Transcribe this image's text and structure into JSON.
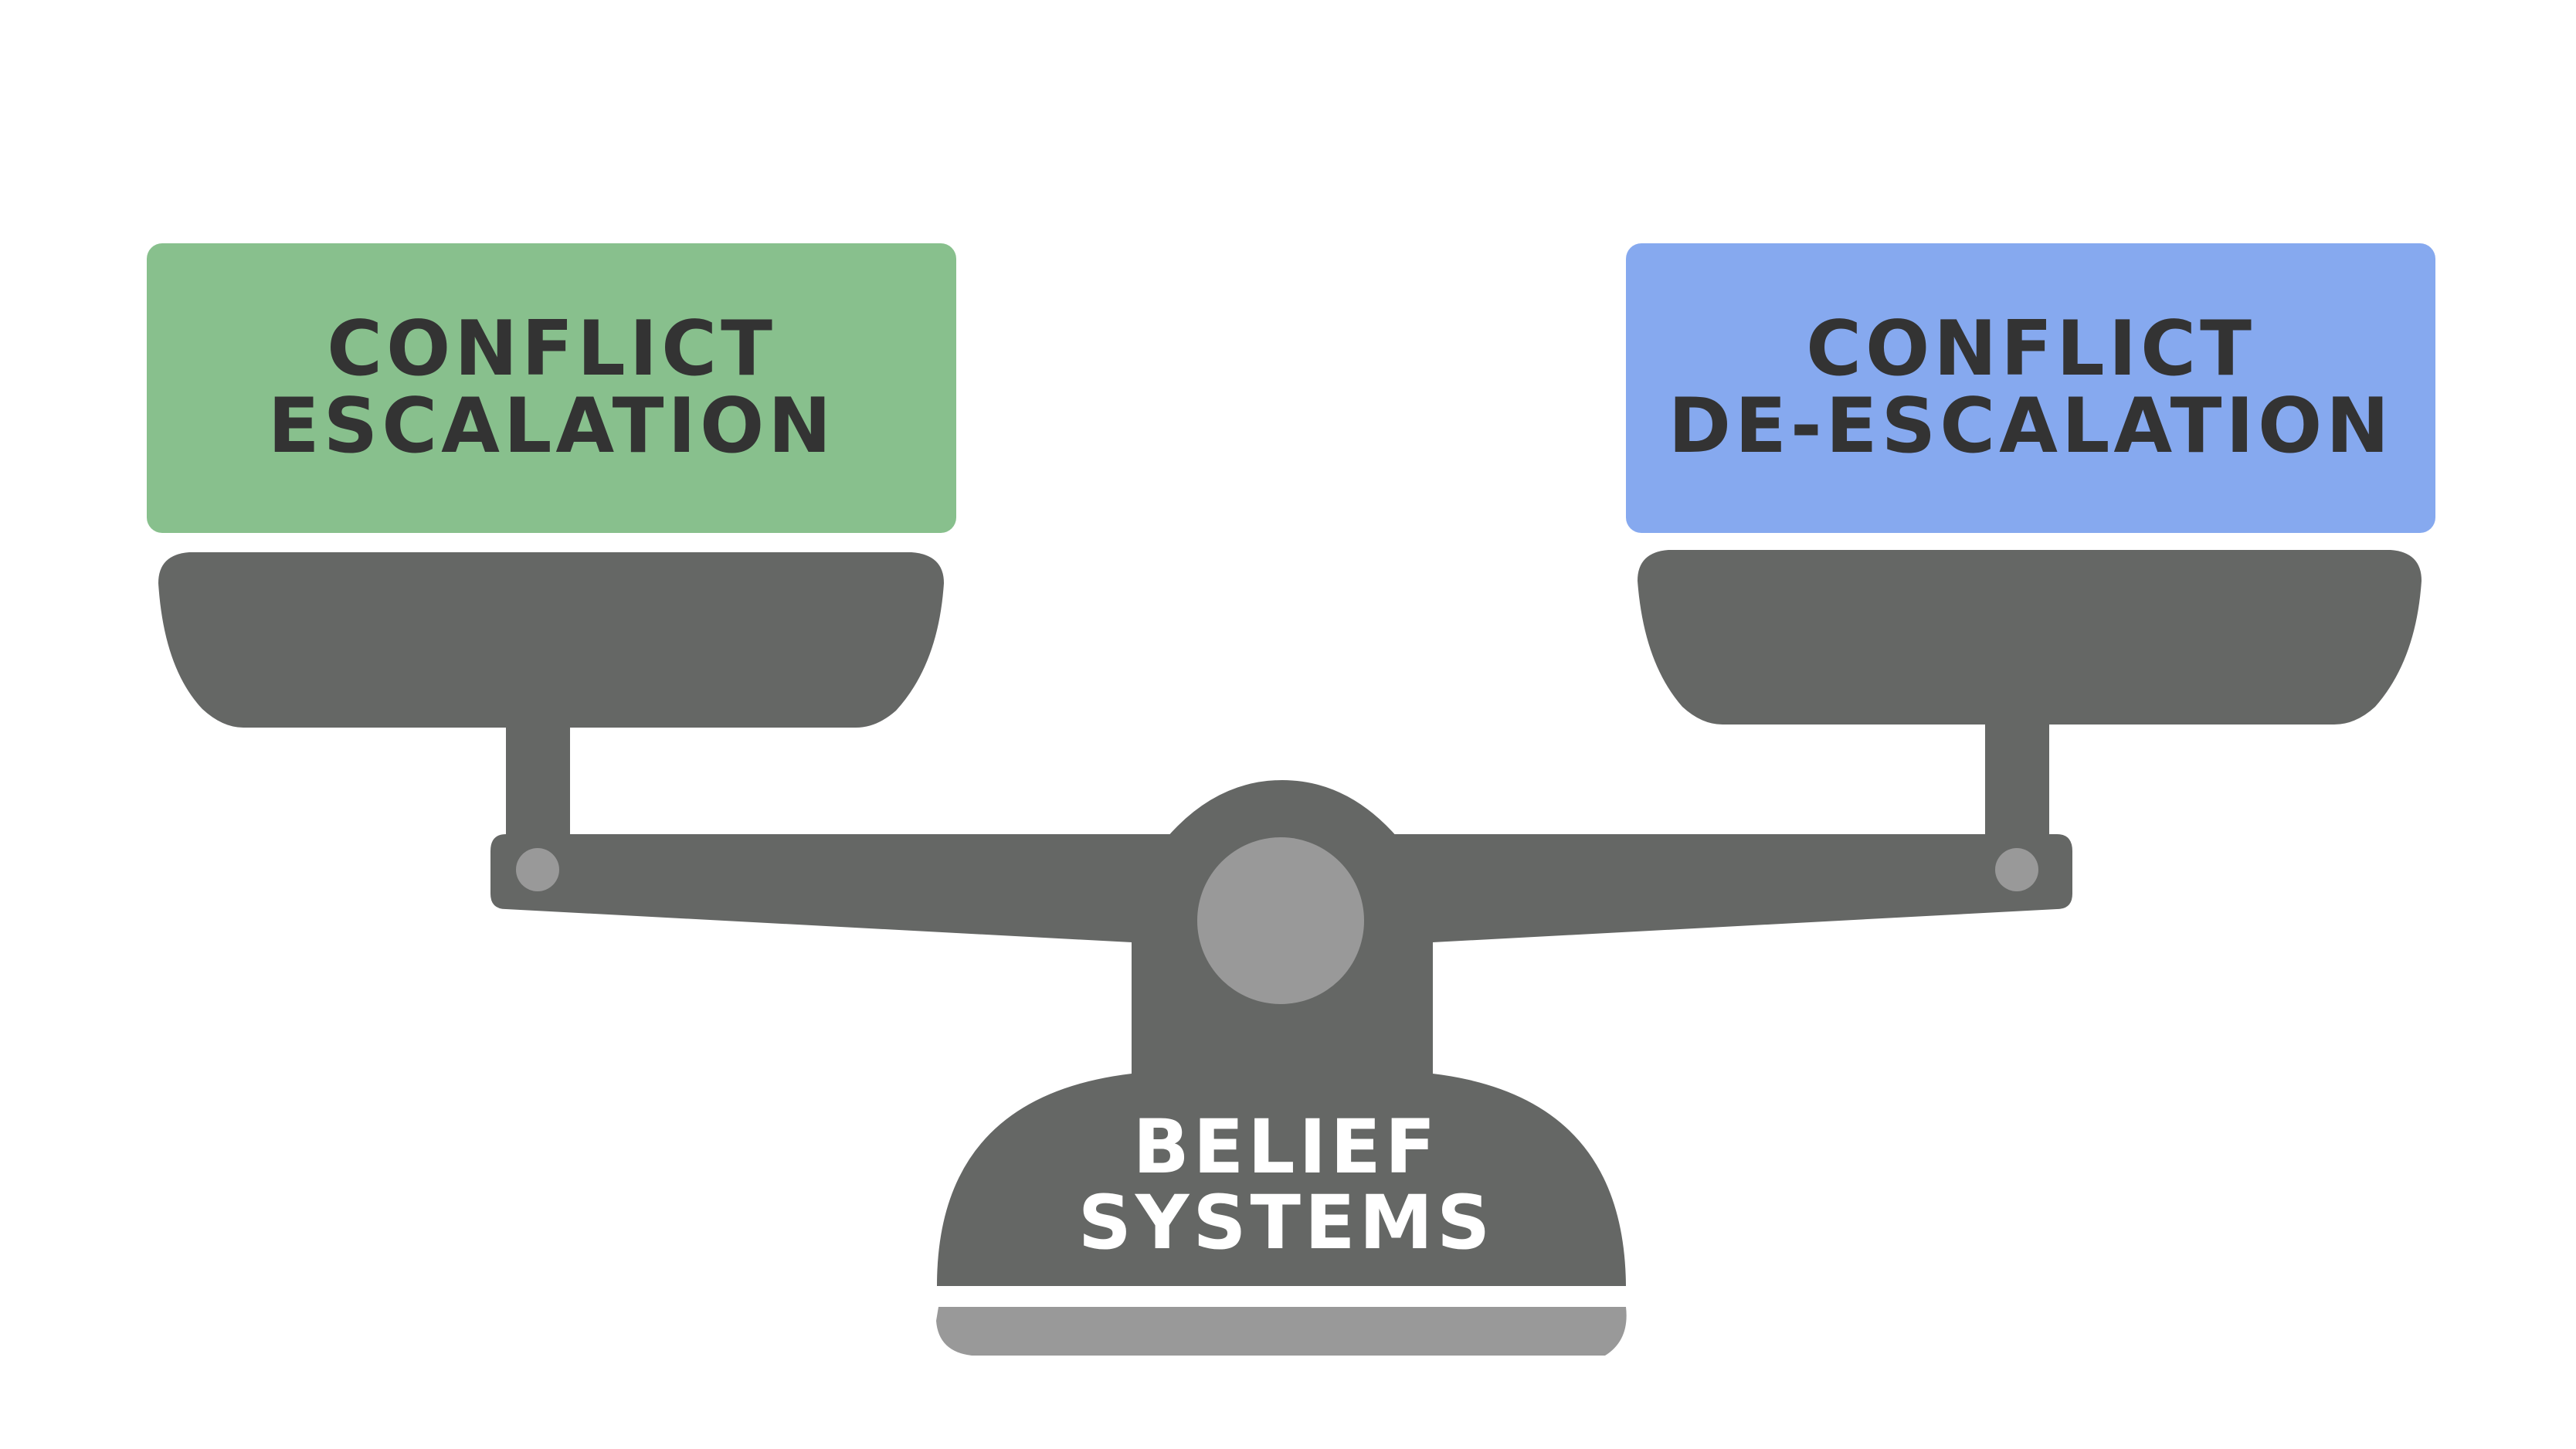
{
  "left_box": {
    "line1": "CONFLICT",
    "line2": "ESCALATION",
    "color": "#88c08d"
  },
  "right_box": {
    "line1": "CONFLICT",
    "line2": "DE-ESCALATION",
    "color": "#86a9ef"
  },
  "fulcrum": {
    "line1": "BELIEF",
    "line2": "SYSTEMS"
  },
  "colors": {
    "scale_body": "#656765",
    "scale_light": "#999999",
    "text_dark": "#333333",
    "text_light": "#ffffff"
  }
}
